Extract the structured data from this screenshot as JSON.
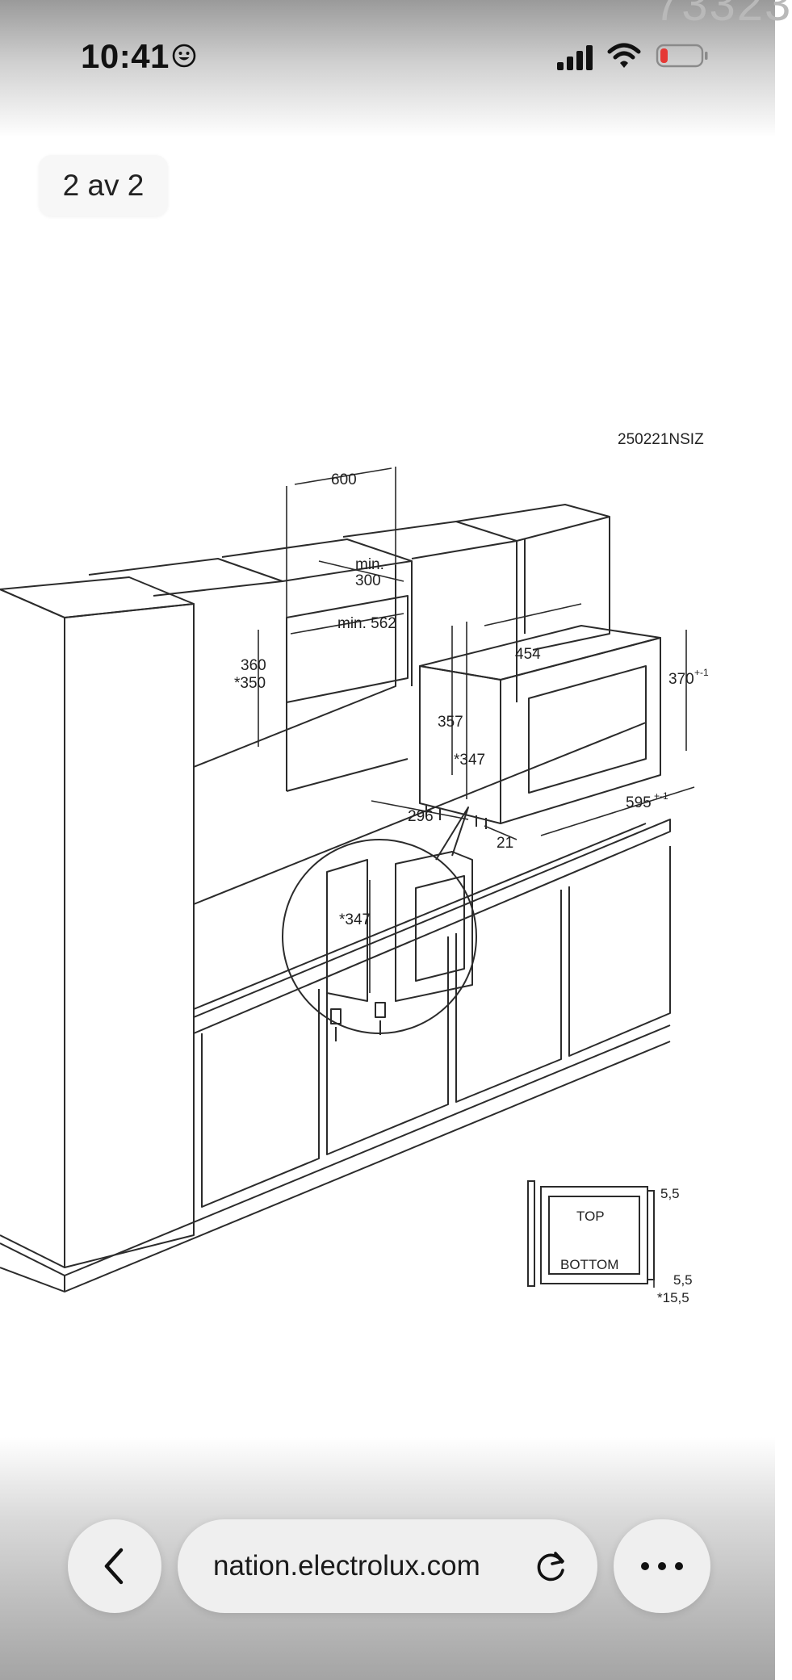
{
  "status": {
    "time": "10:41"
  },
  "corner_text": "73323",
  "viewer": {
    "page_indicator": "2 av 2"
  },
  "diagram": {
    "model_code": "250221NSIZ",
    "dims": {
      "width_600": "600",
      "min_300": "min.\n300",
      "min_300_a": "min.",
      "min_300_b": "300",
      "min_562": "min. 562",
      "h_360": "360",
      "h_350": "*350",
      "w_454": "454",
      "h_370": "370",
      "h_370_sup": "+-1",
      "h_357": "357",
      "h_347": "*347",
      "d_296": "296",
      "w_595": "595",
      "w_595_sup": "+-1",
      "d_21": "21",
      "detail_347": "*347",
      "gap_top": "5,5",
      "gap_bottom": "5,5",
      "gap_bottom_alt": "*15,5",
      "label_top": "TOP",
      "label_bottom": "BOTTOM"
    }
  },
  "browser": {
    "url": "nation.electrolux.com"
  },
  "icons": {
    "back": "chevron-left-icon",
    "reload": "reload-icon",
    "more": "more-icon",
    "signal": "signal-icon",
    "wifi": "wifi-icon",
    "battery": "battery-icon",
    "smiley": "smiley-icon"
  },
  "colors": {
    "battery_low": "#e53935"
  }
}
